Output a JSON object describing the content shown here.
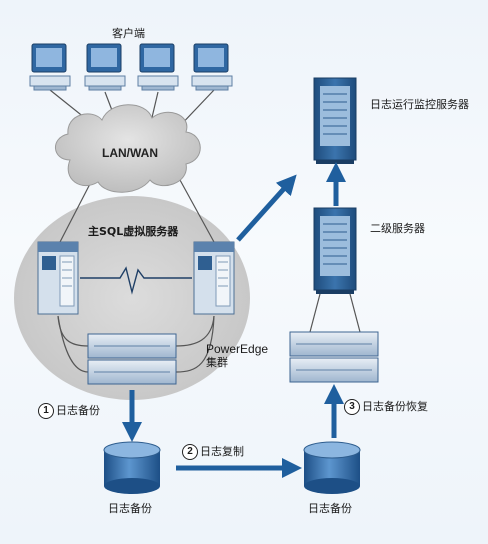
{
  "labels": {
    "clients": "客户端",
    "network": "LAN/WAN",
    "primary_sql": "主SQL虚拟服务器",
    "poweredge": "PowerEdge",
    "cluster": "集群",
    "log_monitor": "日志运行监控服务器",
    "secondary": "二级服务器",
    "log_backup_left": "日志备份",
    "log_backup_right": "日志备份"
  },
  "steps": [
    {
      "number": "1",
      "text": "日志备份"
    },
    {
      "number": "2",
      "text": "日志复制"
    },
    {
      "number": "3",
      "text": "日志备份恢复"
    }
  ],
  "colors": {
    "arrow": "#1f5f9e",
    "tower_dark": "#2b5d8f",
    "tower_light": "#d9e6f2",
    "cloud": "#c8c8c8",
    "cluster_bg": "#cfcfcf",
    "cylinder": "#2e69a8"
  }
}
